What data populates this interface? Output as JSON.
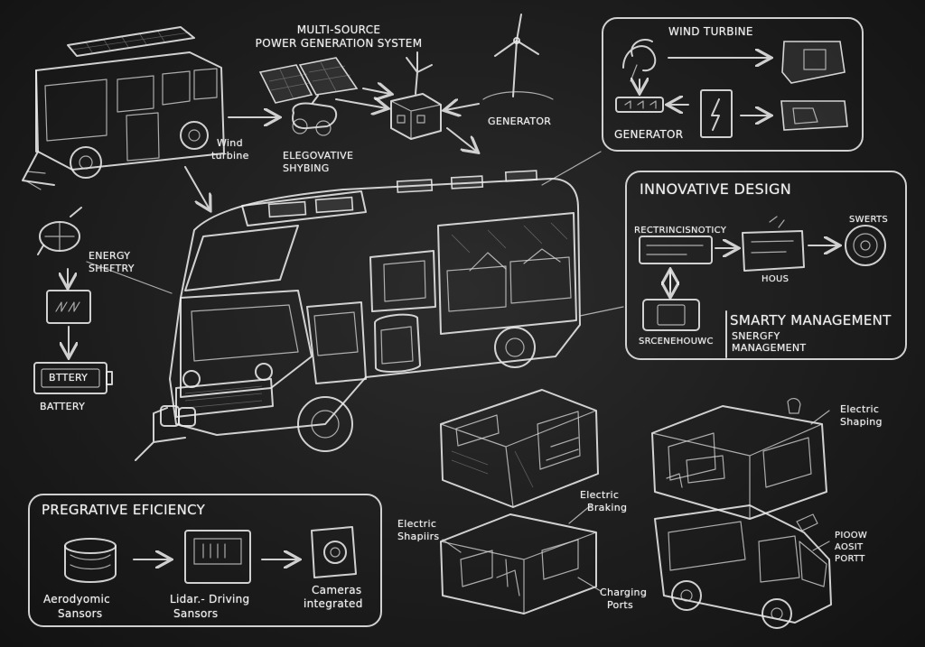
{
  "labels": {
    "multi_source": "MULTI-SOURCE",
    "power_gen": "POWER GENERATION SYSTEM",
    "wind_turbine_left_1": "Wind",
    "wind_turbine_left_2": "turbine",
    "elegovative_1": "ELEGOVATIVE",
    "elegovative_2": "SHYBING",
    "generator_top": "GENERATOR",
    "wind_turbine_panel": "WIND TURBINE",
    "generator_panel": "GENERATOR",
    "energy_1": "ENERGY",
    "energy_2": "SHEFTRY",
    "battery_box": "BTTERY",
    "battery": "BATTERY",
    "innovative_design": "INNOVATIVE DESIGN",
    "rectrincsnoticy": "RECTRINCISNOTICY",
    "swerts": "SWERTS",
    "hous": "HOUS",
    "sreneuuwc": "SRCENEHOUWC",
    "smarty_management": "SMARTY MANAGEMENT",
    "snergfy_management_1": "SNERGFY",
    "snergfy_management_2": "MANAGEMENT",
    "pregrative": "PREGRATIVE EFICIENCY",
    "aero_1": "Aerodyomic",
    "aero_2": "Sansors",
    "lidar_1": "Lidar.- Driving",
    "lidar_2": "Sansors",
    "cameras_1": "Cameras",
    "cameras_2": "integrated",
    "electric_braking_1": "Electric",
    "electric_braking_2": "Braking",
    "electric_shapiirs_1": "Electric",
    "electric_shapiirs_2": "Shapiirs",
    "charging_1": "Charging",
    "charging_2": "Ports",
    "electric_shaping_1": "Electric",
    "electric_shaping_2": "Shaping",
    "pioow_1": "PIOOW",
    "pioow_2": "AOSIT",
    "pioow_3": "PORTT"
  },
  "colors": {
    "background": "#1c1c1c",
    "chalk": "#e9e9e9"
  }
}
